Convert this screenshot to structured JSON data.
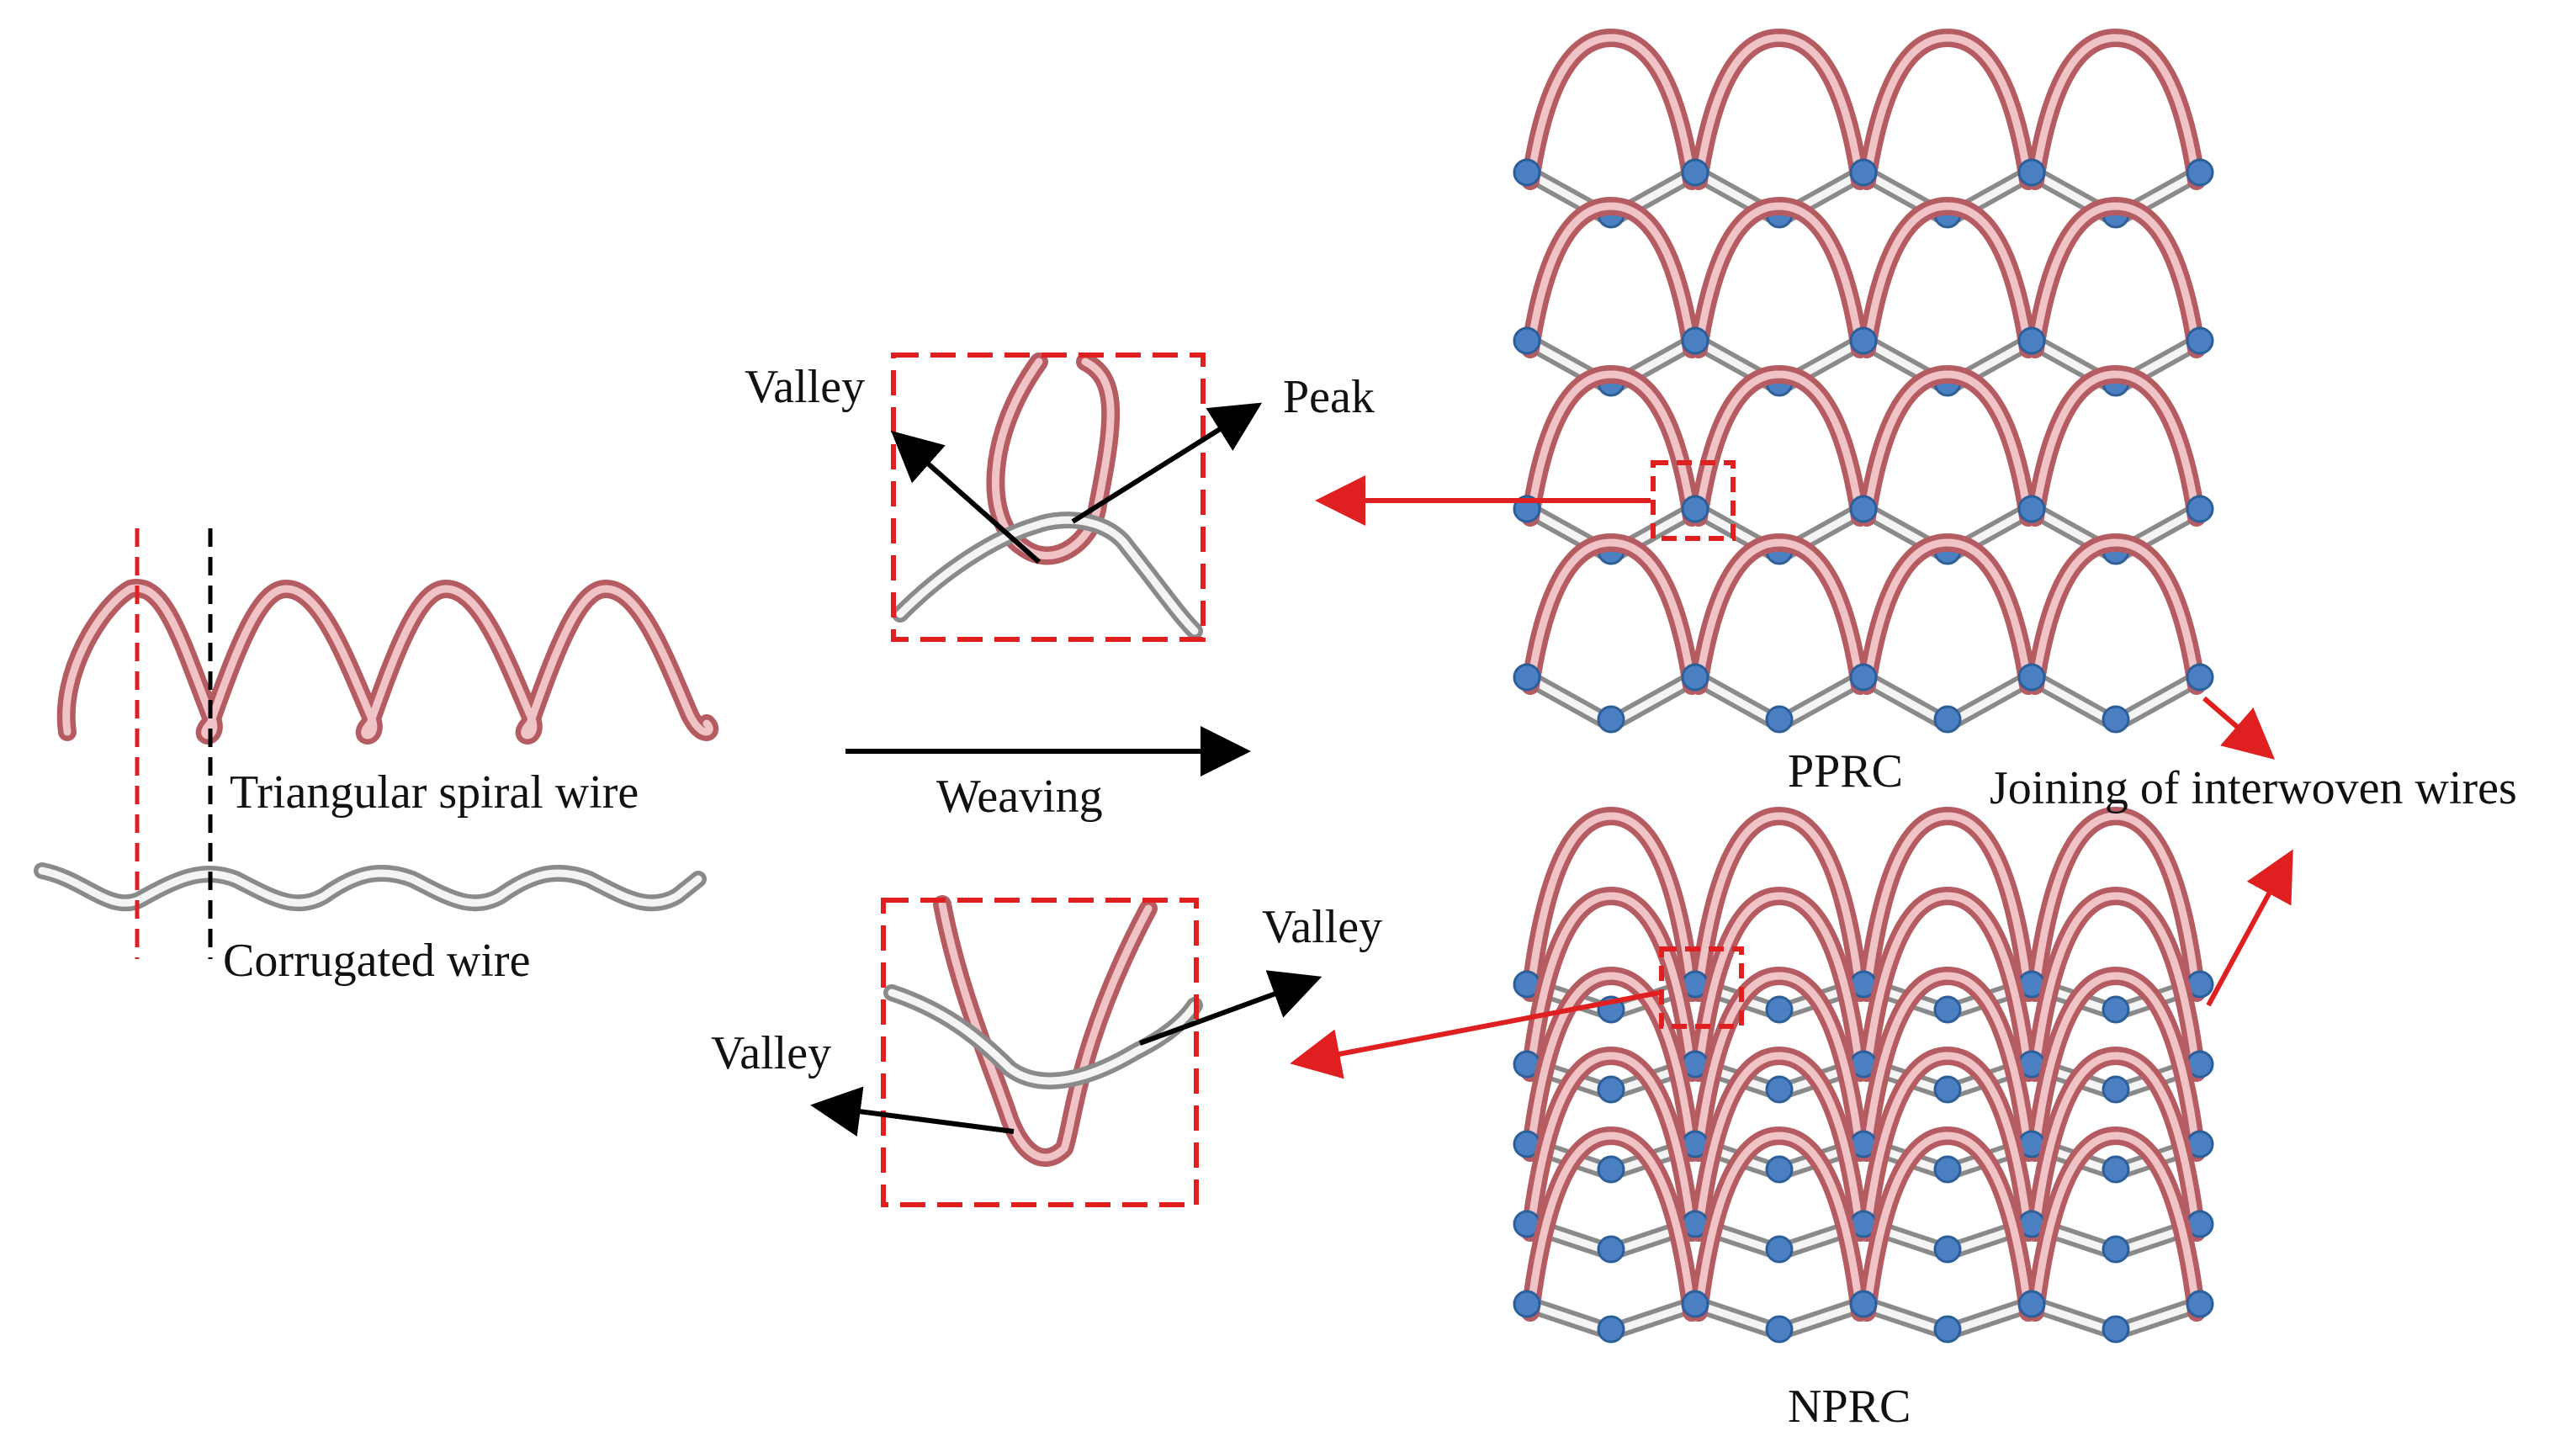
{
  "labels": {
    "triangular_spiral_wire": "Triangular spiral wire",
    "corrugated_wire": "Corrugated wire",
    "weaving": "Weaving",
    "valley_top": "Valley",
    "peak": "Peak",
    "valley_bottom_right": "Valley",
    "valley_bottom_left": "Valley",
    "pprc": "PPRC",
    "nprc": "NPRC",
    "joining": "Joining of interwoven wires"
  },
  "colors": {
    "spiral_wire": "#e5a3a7",
    "corrugated_wire": "#d9d9d9",
    "joint_dot": "#4a7fc1",
    "callout_red": "#e02020",
    "arrow_black": "#000000"
  }
}
